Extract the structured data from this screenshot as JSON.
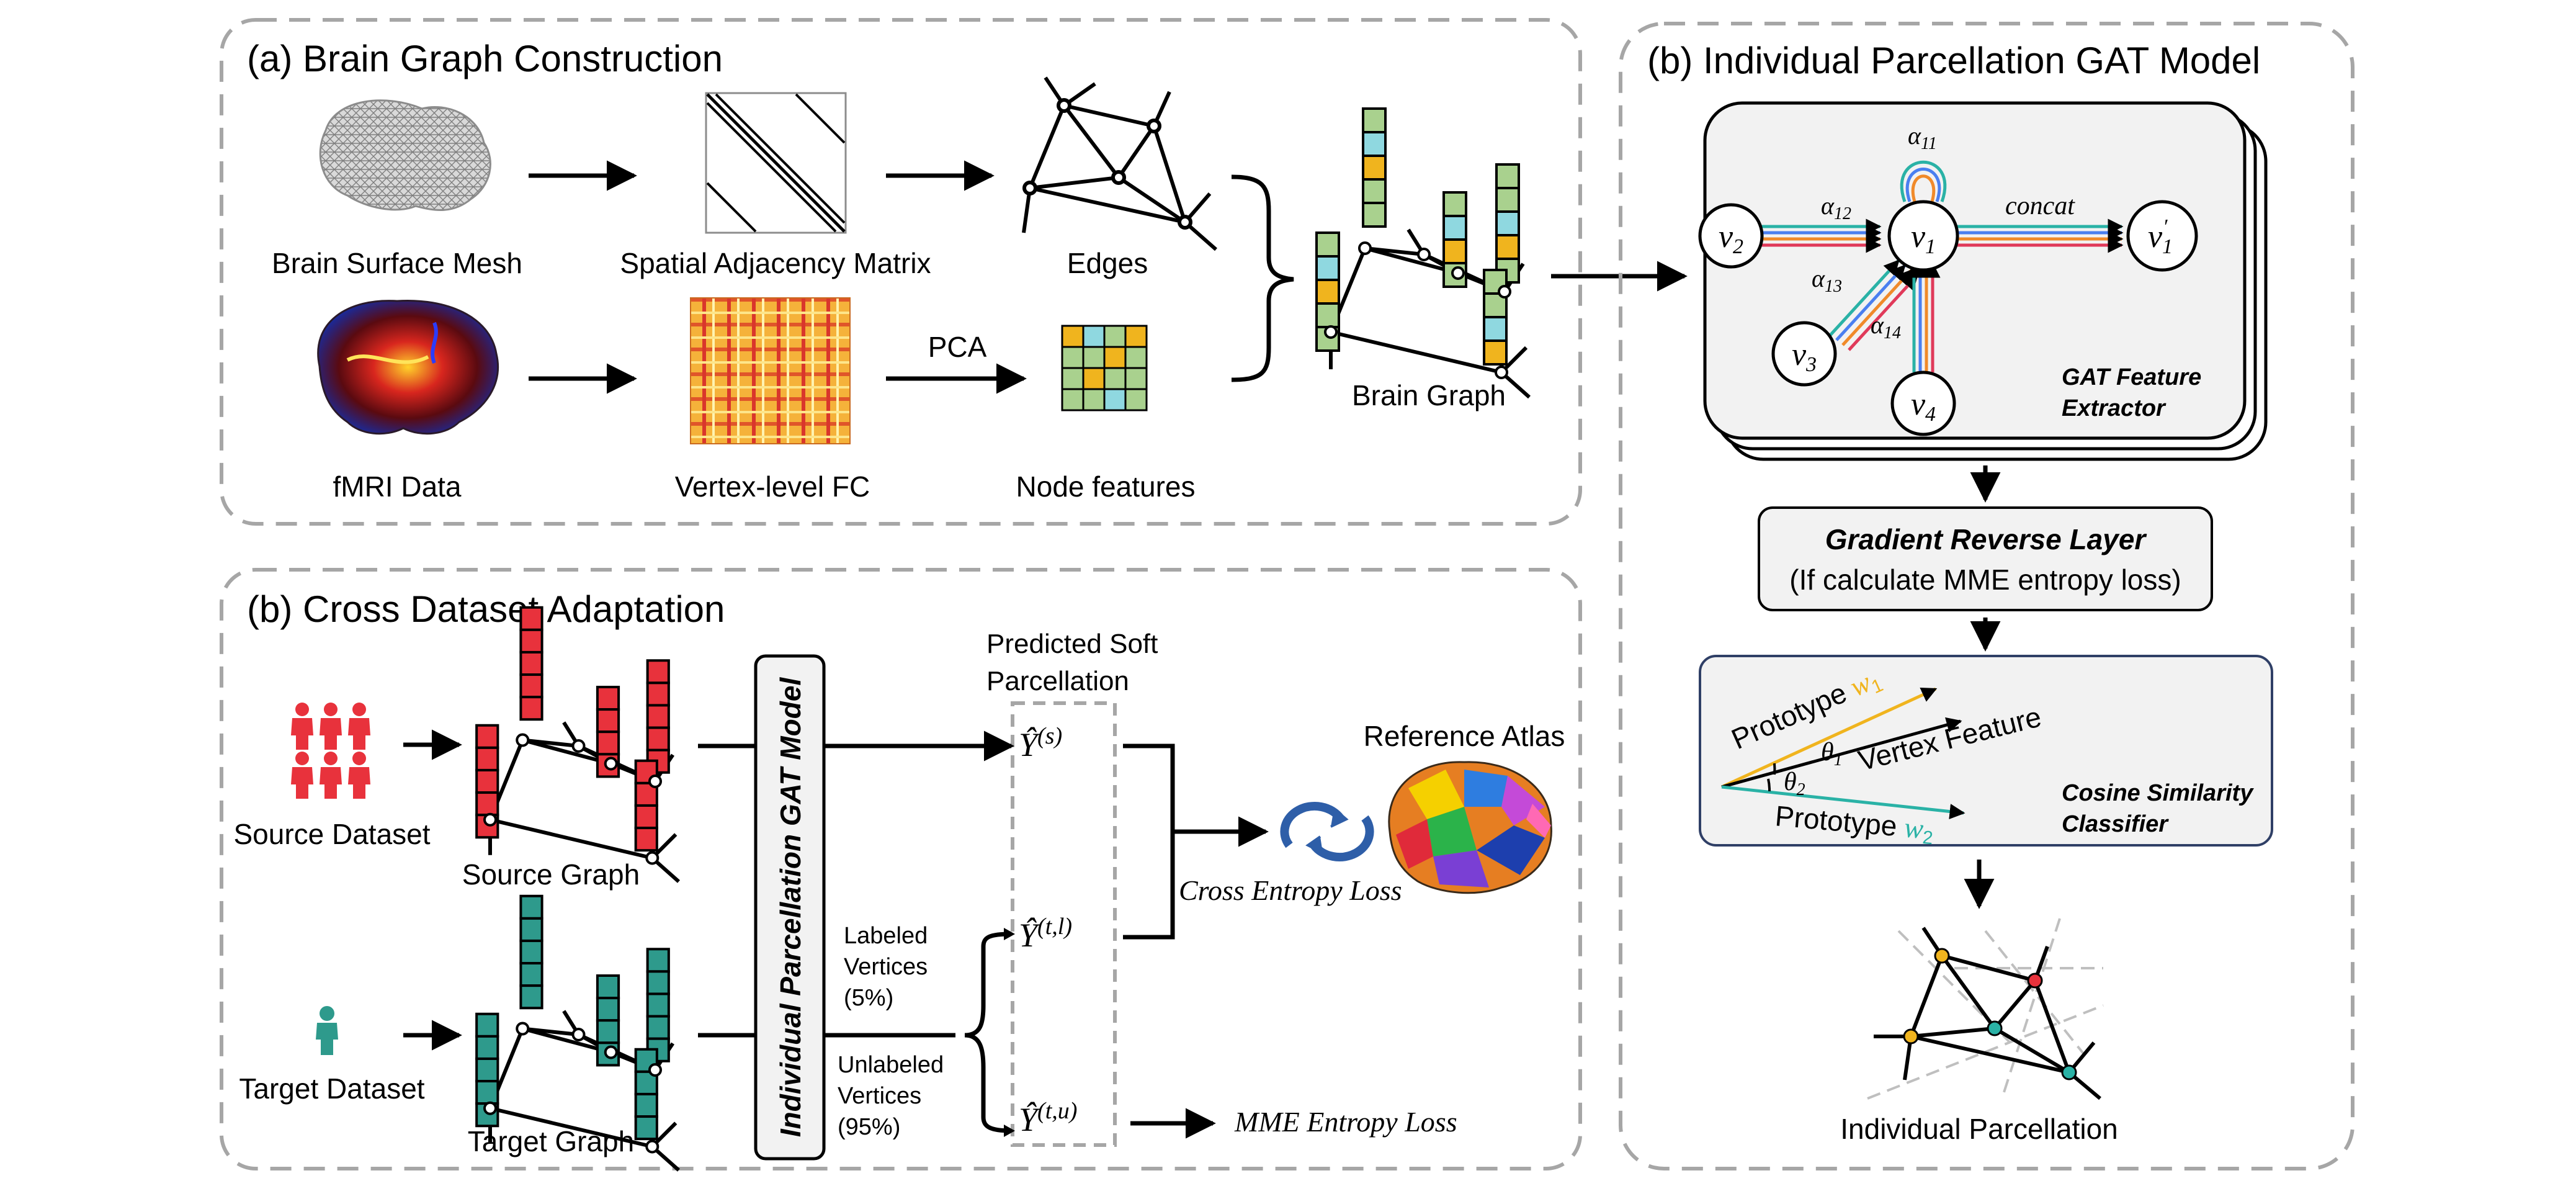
{
  "panel_a": {
    "title": "(a) Brain Graph Construction",
    "labels": {
      "mesh": "Brain Surface Mesh",
      "adjacency": "Spatial Adjacency Matrix",
      "edges": "Edges",
      "fmri": "fMRI Data",
      "fc": "Vertex-level FC",
      "pca": "PCA",
      "node_features": "Node features",
      "brain_graph": "Brain Graph"
    }
  },
  "panel_b_left": {
    "title": "(b) Cross Dataset Adaptation",
    "labels": {
      "source_dataset": "Source Dataset",
      "source_graph": "Source Graph",
      "target_dataset": "Target Dataset",
      "target_graph": "Target Graph",
      "model_box": "Individual Parcellation GAT Model",
      "predicted_line1": "Predicted Soft",
      "predicted_line2": "Parcellation",
      "labeled_line1": "Labeled",
      "labeled_line2": "Vertices",
      "labeled_line3": "(5%)",
      "unlabeled_line1": "Unlabeled",
      "unlabeled_line2": "Vertices",
      "unlabeled_line3": "(95%)",
      "y_s": "Ŷ",
      "y_s_sup": "(s)",
      "y_tl": "Ŷ",
      "y_tl_sup": "(t,l)",
      "y_tu": "Ŷ",
      "y_tu_sup": "(t,u)",
      "reference_atlas": "Reference Atlas",
      "cross_entropy": "Cross Entropy Loss",
      "mme_loss": "MME Entropy Loss"
    }
  },
  "panel_b_right": {
    "title": "(b) Individual Parcellation GAT Model",
    "gat": {
      "v1": "v",
      "v1_sub": "1",
      "v2": "v",
      "v2_sub": "2",
      "v3": "v",
      "v3_sub": "3",
      "v4": "v",
      "v4_sub": "4",
      "v1p": "v",
      "v1p_sub": "1",
      "v1p_sup": "′",
      "a11": "α",
      "a11_sub": "11",
      "a12": "α",
      "a12_sub": "12",
      "a13": "α",
      "a13_sub": "13",
      "a14": "α",
      "a14_sub": "14",
      "concat": "concat",
      "extractor_line1": "GAT Feature",
      "extractor_line2": "Extractor"
    },
    "grl": {
      "title": "Gradient Reverse Layer",
      "subtitle": "(If calculate MME entropy loss)"
    },
    "cosine": {
      "prototype1": "Prototype",
      "w1": "w",
      "w1_sub": "1",
      "theta1": "θ",
      "theta1_sub": "1",
      "vertex_feature": "Vertex Feature",
      "theta2": "θ",
      "theta2_sub": "2",
      "prototype2": "Prototype",
      "w2": "w",
      "w2_sub": "2",
      "classifier_line1": "Cosine Similarity",
      "classifier_line2": "Classifier"
    },
    "individual_parcellation": "Individual Parcellation"
  },
  "colors": {
    "panel_border": "#a6a6a6",
    "node_green": "#a9d18e",
    "node_orange": "#f0b41e",
    "node_cyan": "#8fd8e0",
    "source_red": "#e8323c",
    "target_teal": "#2e9a8c",
    "prototype_orange": "#f0b41e",
    "prototype_teal": "#2ab2a6",
    "gat_box": "#f2f2f2",
    "classifier_border": "#2f3f66"
  }
}
